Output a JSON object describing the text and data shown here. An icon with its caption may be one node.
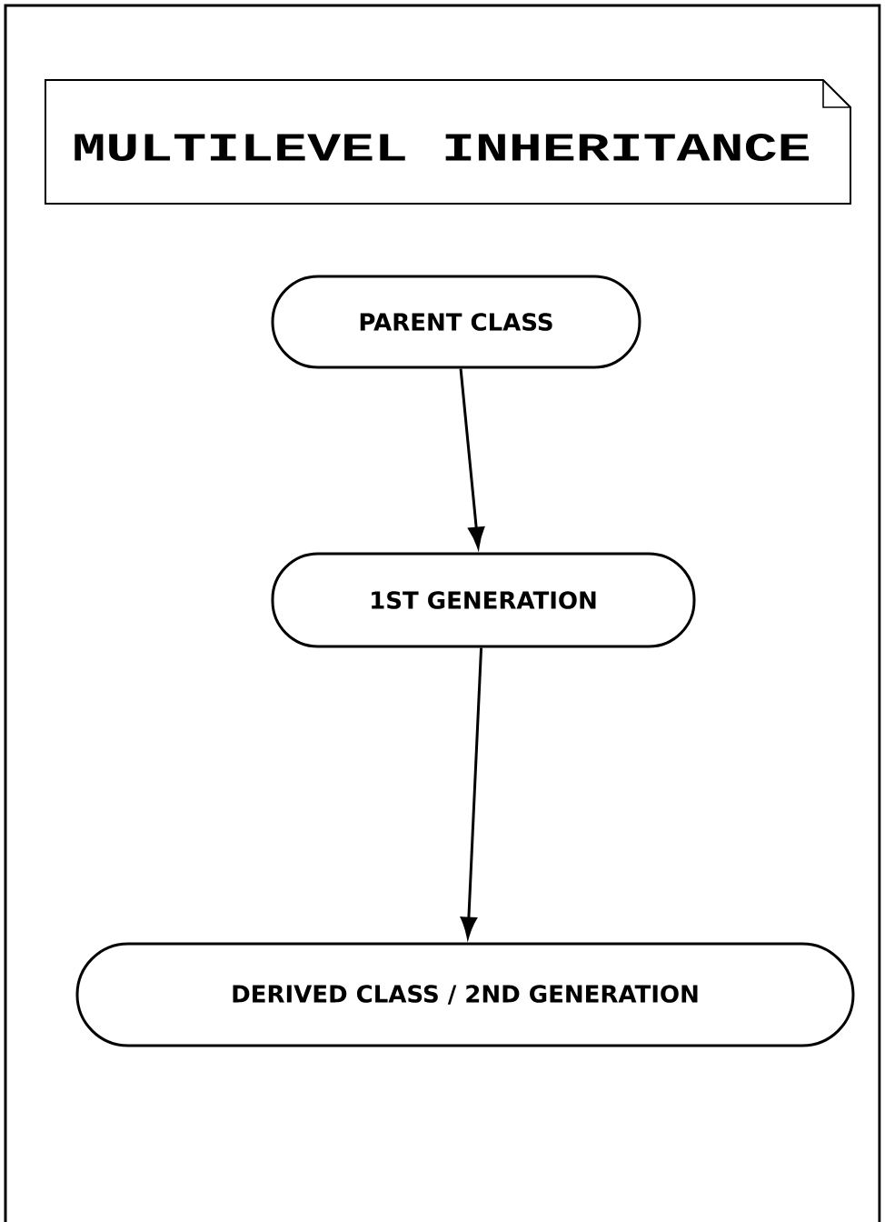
{
  "diagram": {
    "title": "MULTILEVEL INHERITANCE",
    "nodes": [
      {
        "text": [
          "PARENT CLASS"
        ]
      },
      {
        "text": [
          "1ST GENERATION"
        ]
      },
      {
        "text": [
          "DERIVED CLASS / 2ND GENERATION"
        ]
      }
    ],
    "edges": [
      {
        "from": 0,
        "to": 1,
        "arrow": "to"
      },
      {
        "from": 1,
        "to": 2,
        "arrow": "to"
      }
    ]
  }
}
